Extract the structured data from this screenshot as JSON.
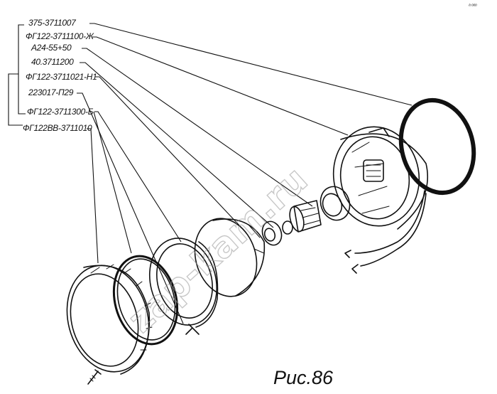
{
  "labels": [
    {
      "id": "gasket",
      "text": "375-3711007"
    },
    {
      "id": "housing",
      "text": "ФГ122-3711100-Ж"
    },
    {
      "id": "lamp",
      "text": "А24-55+50"
    },
    {
      "id": "bulb-holder",
      "text": "40.3711200"
    },
    {
      "id": "optical-element",
      "text": "ФГ122-3711021-Н1"
    },
    {
      "id": "rim-screw",
      "text": "223017-П29"
    },
    {
      "id": "inner-rim",
      "text": "ФГ122-3711300-Б"
    },
    {
      "id": "outer-rim",
      "text": "ФГ122ВВ-3711010"
    }
  ],
  "caption": "Рис.86",
  "watermark": "zap-kam.ru",
  "corner_mark": "ᵃ ᵒᵒᵒ"
}
